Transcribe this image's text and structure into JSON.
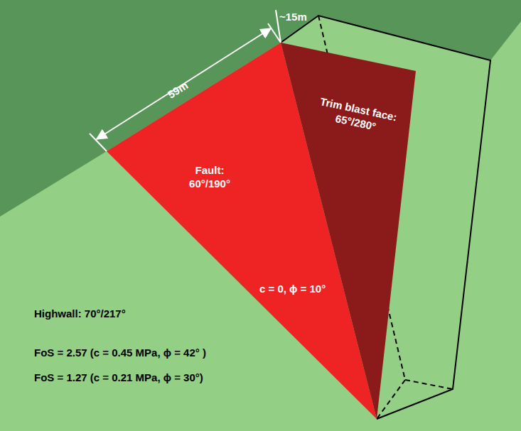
{
  "diagram": {
    "nodes": [
      {
        "text": [
          "Fault: 60°/190°",
          "c = 0, ϕ = 10°"
        ]
      },
      {
        "text": [
          "Trim blast face: 65°/280°"
        ]
      }
    ],
    "labels": [
      "59m",
      "~15m",
      "Highwall: 70°/217°",
      "FoS = 2.57 (c = 0.45 MPa, ϕ = 42° )",
      "FoS = 1.27 (c = 0.21 MPa, ϕ = 30°)"
    ]
  }
}
